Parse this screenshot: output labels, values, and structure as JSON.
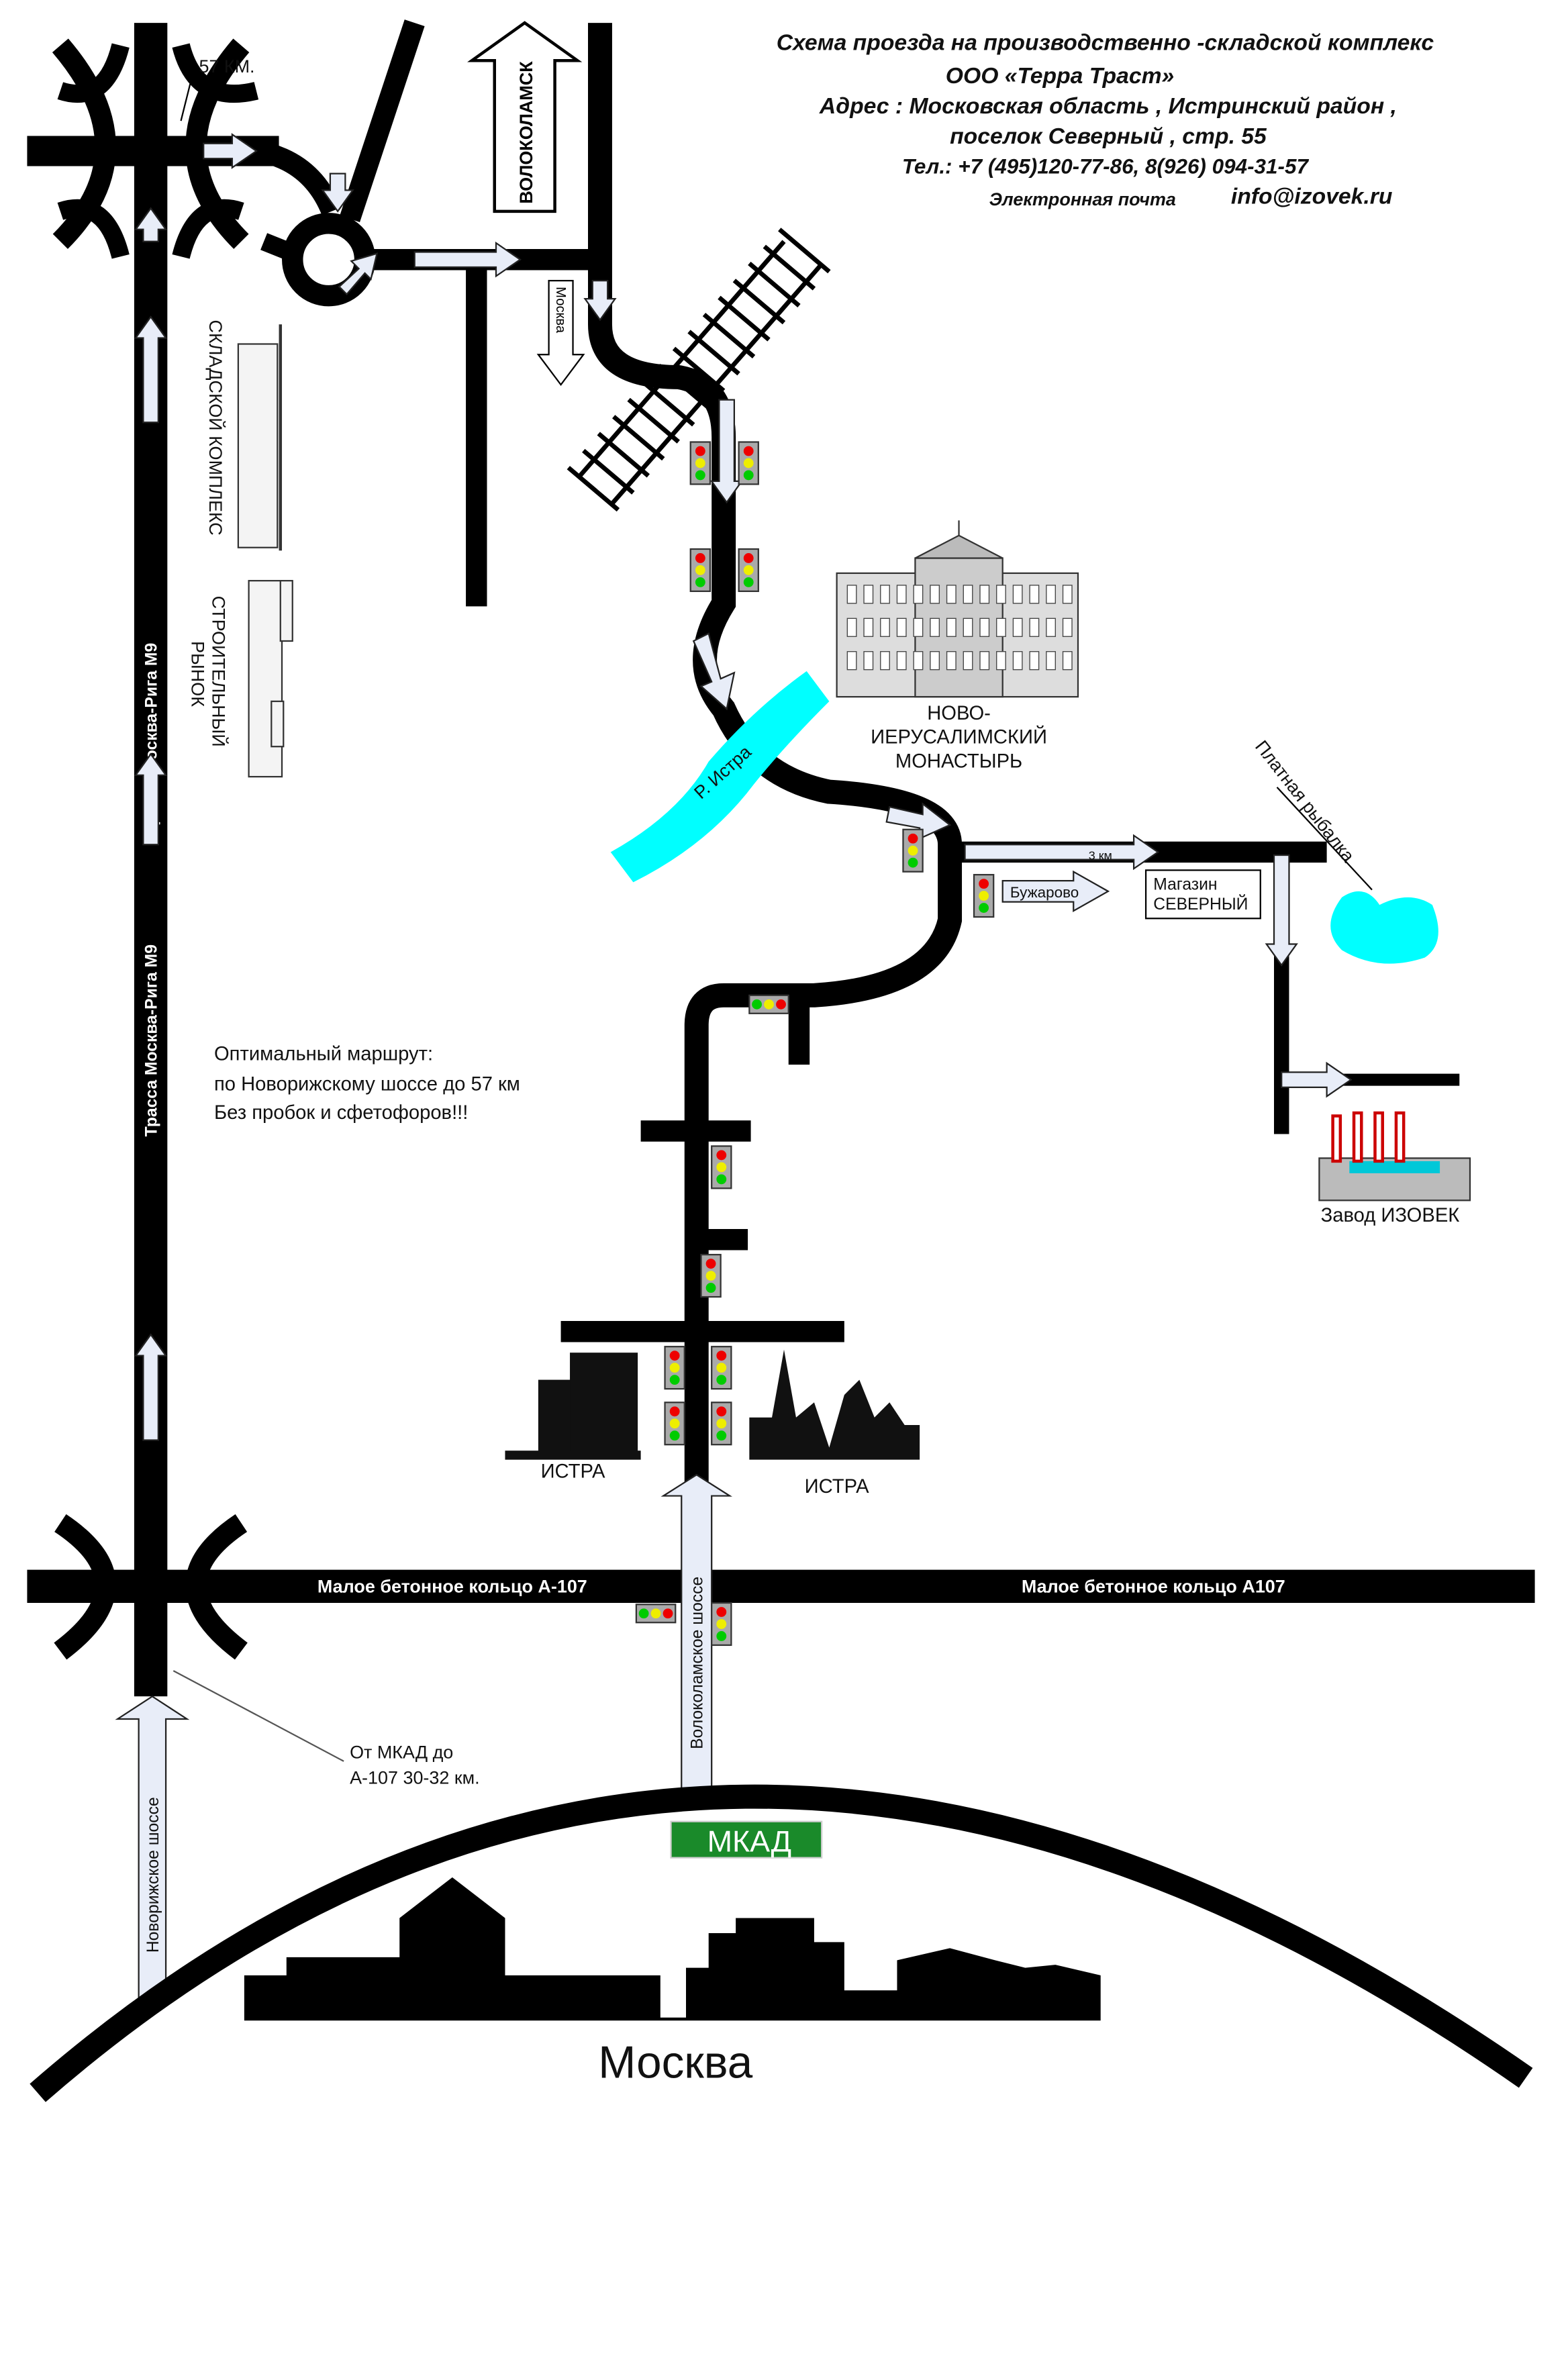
{
  "header": {
    "title": "Схема проезда на производственно  -складской комплекс",
    "company": "ООО «Терра Траст»",
    "address1": "Адрес : Московская область , Истринский район ,",
    "address2": "поселок Северный , стр. 55",
    "phone": "Тел.: +7 (495)120-77-86, 8(926) 094-31-57",
    "email_label": "Электронная почта",
    "email": "info@izovek.ru"
  },
  "labels": {
    "km57": "57 КМ.",
    "volokolamsk": "ВОЛОКОЛАМСК",
    "moskva_small": "Москва",
    "warehouse": "СКЛАДСКОЙ КОМПЛЕКС",
    "market1": "СТРОИТЕЛЬНЫЙ",
    "market2": "РЫНОК",
    "m9_top": "Трасса Москва-Рига М9",
    "m9_bottom": "Трасса Москва-Рига М9",
    "monastery1": "НОВО-",
    "monastery2": "ИЕРУСАЛИМСКИЙ",
    "monastery3": "МОНАСТЫРЬ",
    "river": "Р. Истра",
    "km3": "3 км",
    "buzharovo": "Бужарово",
    "shop1": "Магазин",
    "shop2": "СЕВЕРНЫЙ",
    "fishing": "Платная рыбалка",
    "factory": "Завод ИЗОВЕК",
    "route1": "Оптимальный маршрут:",
    "route2": "по Новорижскому шоссе до 57 км",
    "route3": "Без пробок и сфетофоров!!!",
    "istra_left": "ИСТРА",
    "istra_right": "ИСТРА",
    "ring_left": "Малое бетонное кольцо А-107",
    "ring_right": "Малое бетонное кольцо А107",
    "volokolamskoe": "Волоколамское шоссе",
    "novorizhskoe": "Новорижское шоссе",
    "mkad_dist1": "От МКАД до",
    "mkad_dist2": "А-107   30-32 км.",
    "mkad": "МКАД",
    "moskva": "Москва"
  },
  "colors": {
    "road": "#000000",
    "arrow": "#e8edf8",
    "river": "#00ffff",
    "mkad_sign": "#1a8a2a"
  }
}
